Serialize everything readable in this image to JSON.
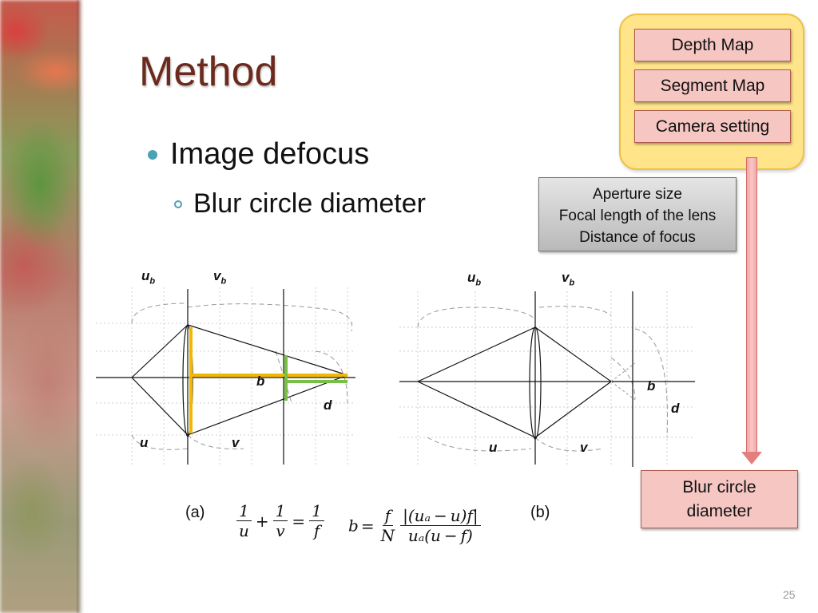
{
  "slide": {
    "title": "Method",
    "bullet_main": "Image defocus",
    "bullet_sub": "Blur circle diameter",
    "page_number": "25"
  },
  "inputs": {
    "items": [
      "Depth Map",
      "Segment Map",
      "Camera setting"
    ]
  },
  "camera_settings": {
    "lines": [
      "Aperture size",
      "Focal length of the lens",
      "Distance of focus"
    ]
  },
  "output": {
    "line1": "Blur circle",
    "line2": "diameter"
  },
  "diagram_a": {
    "labels": {
      "ub": "u",
      "ub_sub": "b",
      "vb": "v",
      "vb_sub": "b",
      "b": "b",
      "d": "d",
      "u": "u",
      "v": "v"
    },
    "highlight_yellow": "#f2b800",
    "highlight_green": "#76c043"
  },
  "diagram_b": {
    "labels": {
      "ub": "u",
      "ub_sub": "b",
      "vb": "v",
      "vb_sub": "b",
      "b": "b",
      "d": "d",
      "u": "u",
      "v": "v"
    }
  },
  "formulas": {
    "caption_a": "(a)",
    "caption_b": "(b)",
    "lens_eq": {
      "t1_num": "1",
      "t1_den": "u",
      "t2_num": "1",
      "t2_den": "v",
      "t3_num": "1",
      "t3_den": "f",
      "plus": "+",
      "equals": "="
    },
    "blur_eq": {
      "lhs": "b",
      "equals": "=",
      "f1_num": "f",
      "f1_den": "N",
      "f2_num": "|(uₐ − u)f|",
      "f2_den": "uₐ(u − f)"
    }
  },
  "colors": {
    "title": "#6b2a1d",
    "bullet": "#4aa3b2",
    "panel_fill": "#ffe48a",
    "box_fill": "#f5c6c2",
    "arrow": "#e37f7f"
  }
}
